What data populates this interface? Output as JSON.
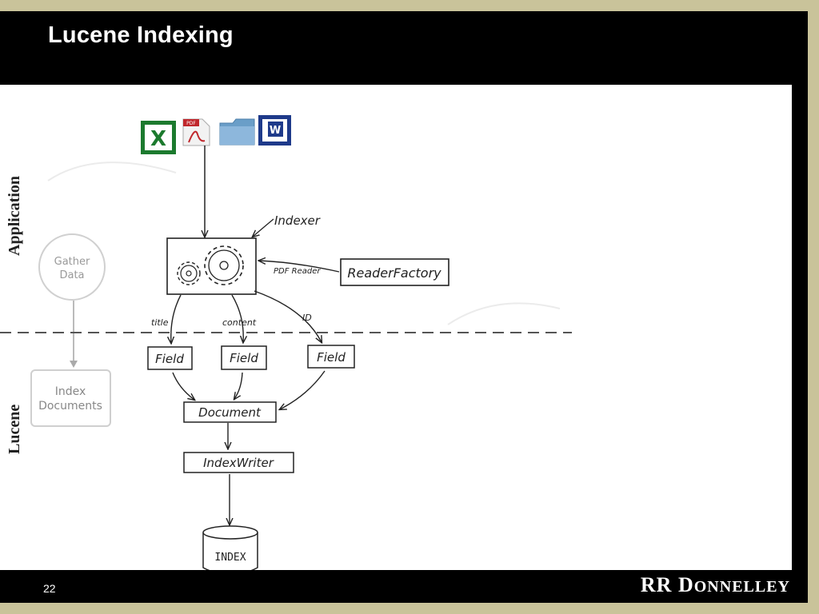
{
  "slide": {
    "title": "Lucene Indexing",
    "page_number": "22",
    "brand": {
      "initials": "RR",
      "name_first_letter": "D",
      "name_rest": "ONNELLEY"
    }
  },
  "diagram": {
    "layers": {
      "upper": "Application",
      "lower": "Lucene"
    },
    "process_steps": [
      "Gather Data",
      "Index Documents"
    ],
    "file_icons": [
      "excel-icon",
      "pdf-icon",
      "folder-icon",
      "word-icon"
    ],
    "pdf_icon_label": "PDF",
    "word_icon_letter": "W",
    "excel_icon_letter": "X",
    "indexer": "Indexer",
    "reader_factory": "ReaderFactory",
    "pdf_reader": "PDF Reader",
    "edge_labels": [
      "title",
      "content",
      "ID"
    ],
    "fields": [
      "Field",
      "Field",
      "Field"
    ],
    "document": "Document",
    "index_writer": "IndexWriter",
    "index": "INDEX"
  }
}
